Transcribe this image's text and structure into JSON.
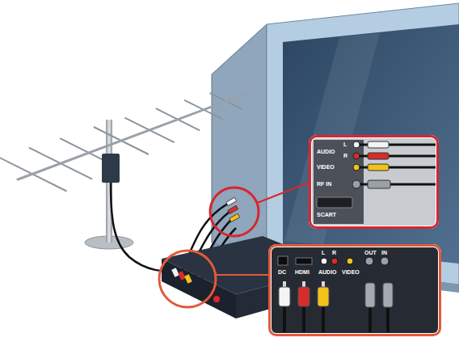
{
  "diagram": {
    "nodes": [
      {
        "text": [
          "AUDIO",
          "L",
          "R",
          "VIDEO",
          "RF IN",
          "SCART"
        ]
      },
      {
        "text": [
          "DC",
          "HDMI",
          "L",
          "R",
          "AUDIO",
          "VIDEO",
          "OUT",
          "IN"
        ]
      }
    ]
  }
}
